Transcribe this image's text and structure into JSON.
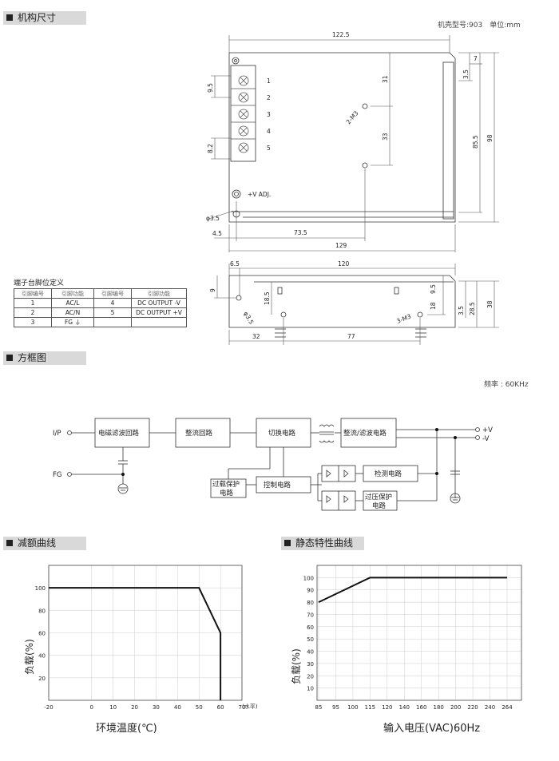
{
  "sections": {
    "mech": "机构尺寸",
    "block": "方框图",
    "derating": "减额曲线",
    "static": "静态特性曲线"
  },
  "mech": {
    "case_note": "机壳型号:903　单位:mm",
    "dims_top": {
      "w122_5": "122.5",
      "h7": "7",
      "h3_5": "3.5",
      "h85_5": "85.5",
      "h98": "98",
      "h9_5": "9.5",
      "h8_2": "8.2",
      "d31": "31",
      "d33": "33",
      "m3": "2-M3",
      "vadj": "+V ADJ.",
      "phi35": "φ3.5",
      "w4_5": "4.5",
      "w73_5": "73.5",
      "w129": "129",
      "t1": "1",
      "t2": "2",
      "t3": "3",
      "t4": "4",
      "t5": "5"
    },
    "dims_side": {
      "w6_5": "6.5",
      "w120": "120",
      "h9": "9",
      "h18_5": "18.5",
      "phi35": "φ3.5",
      "h9_5": "9.5",
      "h18": "18",
      "m3": "3-M3",
      "h3_5": "3.5",
      "h28_5": "28.5",
      "h38": "38",
      "w32": "32",
      "w77": "77"
    }
  },
  "pin_table": {
    "title": "端子台脚位定义",
    "headers": [
      "引脚编号",
      "引脚功能",
      "引脚编号",
      "引脚功能"
    ],
    "rows": [
      [
        "1",
        "AC/L",
        "4",
        "DC OUTPUT -V"
      ],
      [
        "2",
        "AC/N",
        "5",
        "DC OUTPUT +V"
      ],
      [
        "3",
        "FG ⏚",
        "",
        ""
      ]
    ]
  },
  "block_diagram": {
    "freq": "频率 : 60KHz",
    "ip": "I/P",
    "fg": "FG",
    "emi": "电磁滤波回路",
    "rect": "整流回路",
    "switch": "切换电路",
    "rect_filter": "整流/滤波电路",
    "vpos": "+V",
    "vneg": "-V",
    "control": "控制电路",
    "ocp_1": "过载保护",
    "ocp_2": "电路",
    "detect": "检测电路",
    "ovp_1": "过压保护",
    "ovp_2": "电路"
  },
  "derating": {
    "ylabel": "负载(%)",
    "xlabel": "环境温度(℃)",
    "x_unit": "(水平)",
    "y_ticks": [
      "100",
      "80",
      "60",
      "40",
      "20"
    ],
    "x_ticks": [
      "-20",
      "0",
      "10",
      "20",
      "30",
      "40",
      "50",
      "60",
      "70"
    ]
  },
  "static": {
    "ylabel": "负载(%)",
    "xlabel": "输入电压(VAC)60Hz",
    "y_ticks": [
      "100",
      "90",
      "80",
      "70",
      "60",
      "50",
      "40",
      "30",
      "20",
      "10"
    ],
    "x_ticks": [
      "85",
      "95",
      "100",
      "115",
      "120",
      "140",
      "160",
      "180",
      "200",
      "220",
      "240",
      "264"
    ]
  },
  "chart_data": [
    {
      "type": "line",
      "ylabel": "负载(%)",
      "xlabel": "环境温度(℃)",
      "x": [
        -20,
        50,
        60,
        60
      ],
      "series": [
        {
          "values": [
            100,
            100,
            60,
            0
          ]
        }
      ],
      "xlim": [
        -20,
        70
      ],
      "ylim": [
        0,
        120
      ],
      "grid": true
    },
    {
      "type": "line",
      "ylabel": "负载(%)",
      "xlabel": "输入电压(VAC)60Hz",
      "x": [
        85,
        115,
        264
      ],
      "series": [
        {
          "values": [
            80,
            100,
            100
          ]
        }
      ],
      "xlim": [
        85,
        264
      ],
      "ylim": [
        0,
        110
      ],
      "grid": true
    }
  ]
}
